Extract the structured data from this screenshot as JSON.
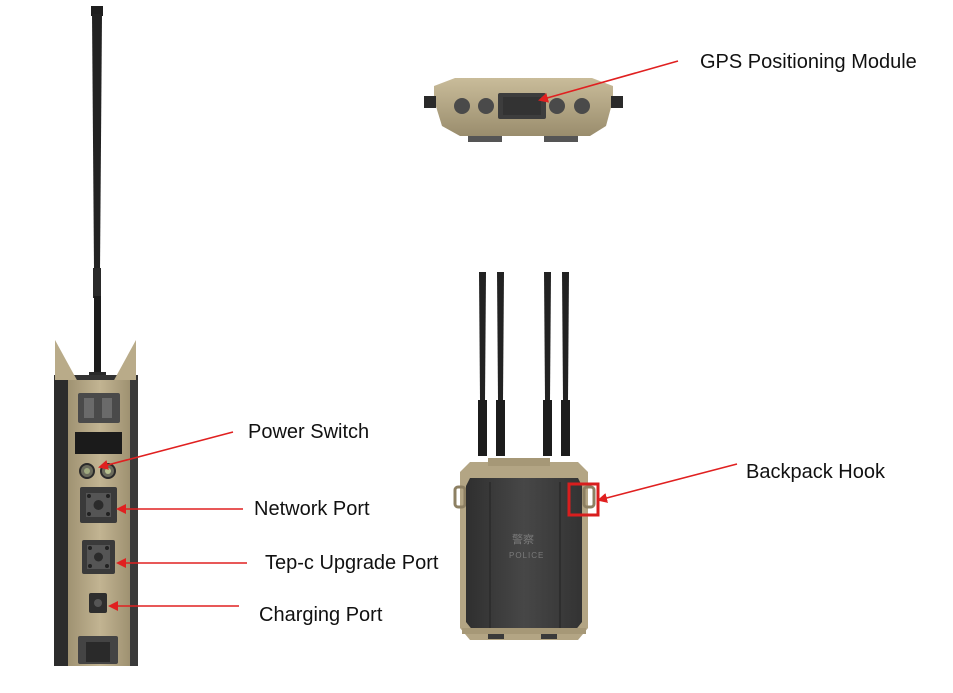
{
  "labels": {
    "gps": "GPS Positioning Module",
    "power_switch": "Power Switch",
    "network_port": "Network Port",
    "typec_port": "Tep-c Upgrade Port",
    "charging_port": "Charging Port",
    "backpack_hook": "Backpack Hook"
  },
  "device_markings": {
    "police_cn": "警察",
    "police_en": "POLICE"
  },
  "colors": {
    "callout_red": "#e02020",
    "frame_tan": "#b3a584",
    "frame_shadow": "#8d8063",
    "body_dark": "#3d3d3d",
    "antenna_black": "#1f1f1f",
    "highlight_box": "#d81e1e"
  }
}
